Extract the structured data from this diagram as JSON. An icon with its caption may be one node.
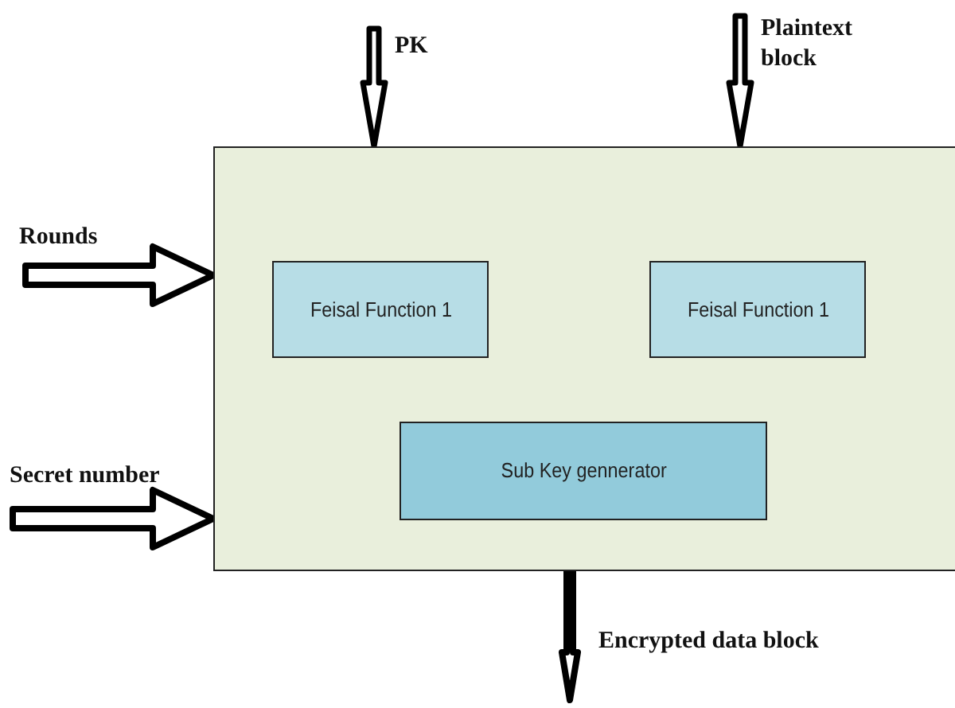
{
  "diagram": {
    "nodes": [
      {
        "text": [],
        "shape": "box"
      },
      {
        "text": [
          "Feisal Function 1"
        ],
        "in": 0
      },
      {
        "text": [
          "Feisal Function 1"
        ],
        "in": 0
      },
      {
        "text": [
          "Sub Key gennerator"
        ],
        "in": 0
      },
      {
        "text": [
          "PK"
        ]
      },
      {
        "text": [
          "Plaintext block"
        ]
      },
      {
        "text": [
          "Rounds"
        ]
      },
      {
        "text": [
          "Secret number"
        ]
      },
      {
        "text": [
          "Encrypted data block"
        ]
      }
    ],
    "edges": [
      {
        "from": 4,
        "to": 0,
        "arrow": "to"
      },
      {
        "from": 5,
        "to": 0,
        "arrow": "to"
      },
      {
        "from": 6,
        "to": 0,
        "arrow": "to"
      },
      {
        "from": 7,
        "to": 0,
        "arrow": "to"
      },
      {
        "from": 0,
        "to": 8,
        "arrow": "to",
        "style": "thick"
      }
    ]
  }
}
